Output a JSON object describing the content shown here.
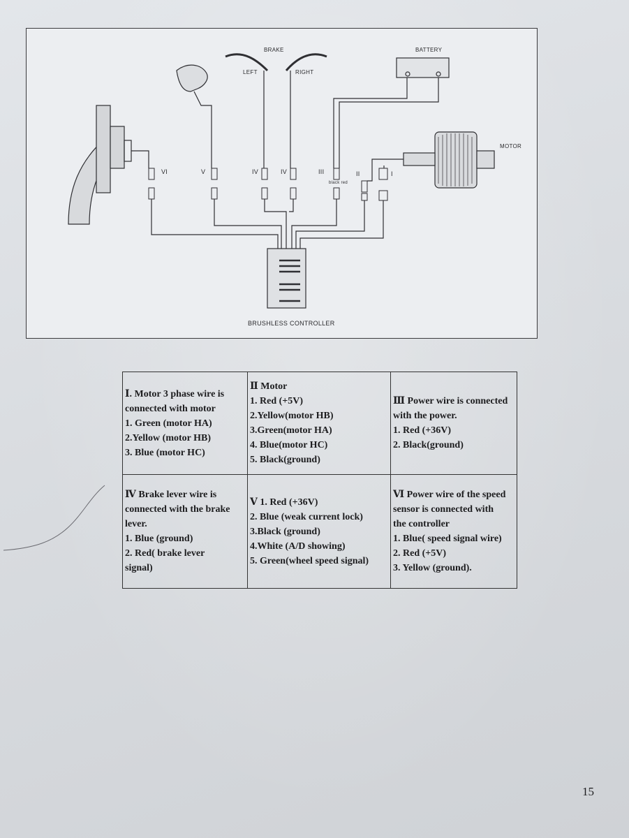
{
  "diagram": {
    "labels": {
      "brake": "BRAKE",
      "left": "LEFT",
      "right": "RIGHT",
      "battery": "BATTERY",
      "motor": "MOTOR",
      "controller": "BRUSHLESS CONTROLLER",
      "black_red": "black red"
    },
    "roman": {
      "vi": "VI",
      "v": "V",
      "iv_left": "IV",
      "iv_right": "IV",
      "iii": "III",
      "ii": "II",
      "i": "I"
    }
  },
  "table": {
    "cells": [
      {
        "title": "Ⅰ. Motor 3 phase wire is",
        "lines": [
          "connected with motor",
          "1. Green (motor HA)",
          "2.Yellow (motor HB)",
          "3. Blue (motor HC)"
        ]
      },
      {
        "title": "Ⅱ Motor",
        "lines": [
          "1. Red (+5V)",
          "2.Yellow(motor HB)",
          "3.Green(motor HA)",
          "4. Blue(motor HC)",
          "5. Black(ground)"
        ]
      },
      {
        "title": "Ⅲ Power wire is connected",
        "lines": [
          "with the power.",
          "1. Red (+36V)",
          "2. Black(ground)"
        ]
      },
      {
        "title": "Ⅳ Brake lever wire is",
        "lines": [
          "connected with the brake",
          "lever.",
          "1. Blue (ground)",
          "2. Red( brake lever",
          "signal)"
        ]
      },
      {
        "title": "Ⅴ 1. Red (+36V)",
        "lines": [
          "2. Blue (weak current lock)",
          "3.Black (ground)",
          "4.White (A/D showing)",
          "5. Green(wheel speed signal)"
        ]
      },
      {
        "title": "Ⅵ Power wire of the speed",
        "lines": [
          "sensor is connected with",
          "the controller",
          "1. Blue( speed signal wire)",
          "2. Red (+5V)",
          "3. Yellow (ground)."
        ]
      }
    ]
  },
  "page_number": "15"
}
